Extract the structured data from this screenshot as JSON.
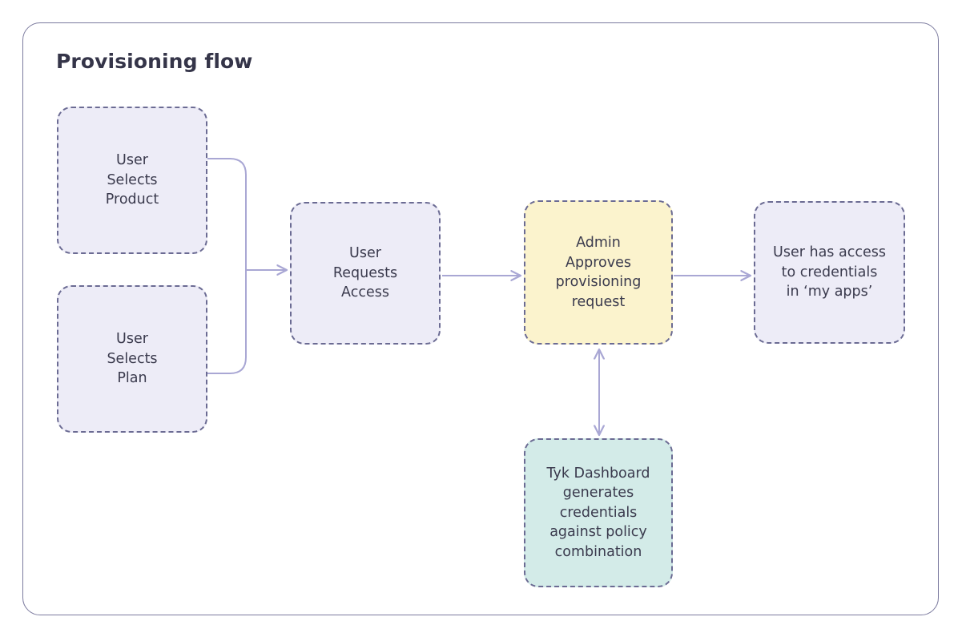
{
  "page": {
    "title": "Provisioning flow",
    "background": "#ffffff",
    "card_border_color": "#7b7a9e",
    "title_color": "#353549"
  },
  "palette": {
    "lavender_fill": "#edecf7",
    "yellow_fill": "#fbf3cd",
    "teal_fill": "#d3ebe8",
    "node_border": "#6b6b93",
    "connector": "#a9a7d4",
    "text": "#3a3a4d"
  },
  "diagram": {
    "type": "flowchart",
    "nodes": [
      {
        "id": "user-selects-product",
        "label": "User\nSelects\nProduct",
        "lines": [
          "User",
          "Selects",
          "Product"
        ],
        "fill": "lavender",
        "border_style": "dashed"
      },
      {
        "id": "user-selects-plan",
        "label": "User\nSelects\nPlan",
        "lines": [
          "User",
          "Selects",
          "Plan"
        ],
        "fill": "lavender",
        "border_style": "dashed"
      },
      {
        "id": "user-requests-access",
        "label": "User\nRequests\nAccess",
        "lines": [
          "User",
          "Requests",
          "Access"
        ],
        "fill": "lavender",
        "border_style": "dashed"
      },
      {
        "id": "admin-approves",
        "label": "Admin\nApproves\nprovisioning\nrequest",
        "lines": [
          "Admin",
          "Approves",
          "provisioning",
          "request"
        ],
        "fill": "yellow",
        "border_style": "dashed"
      },
      {
        "id": "user-has-access",
        "label": "User has access\nto credentials\nin ‘my apps’",
        "lines": [
          "User has access",
          "to credentials",
          "in ‘my apps’"
        ],
        "fill": "lavender",
        "border_style": "dashed"
      },
      {
        "id": "tyk-dashboard",
        "label": "Tyk Dashboard\ngenerates\ncredentials\nagainst policy\ncombination",
        "lines": [
          "Tyk Dashboard",
          "generates",
          "credentials",
          "against policy",
          "combination"
        ],
        "fill": "teal",
        "border_style": "dashed"
      }
    ],
    "edges": [
      {
        "id": "edge-product-to-request",
        "from": "user-selects-product",
        "to": "user-requests-access",
        "style": "elbow",
        "arrow": "single"
      },
      {
        "id": "edge-plan-to-request",
        "from": "user-selects-plan",
        "to": "user-requests-access",
        "style": "elbow",
        "arrow": "single"
      },
      {
        "id": "edge-request-to-admin",
        "from": "user-requests-access",
        "to": "admin-approves",
        "style": "straight",
        "arrow": "single"
      },
      {
        "id": "edge-admin-to-access",
        "from": "admin-approves",
        "to": "user-has-access",
        "style": "straight",
        "arrow": "single"
      },
      {
        "id": "edge-admin-tyk",
        "from": "admin-approves",
        "to": "tyk-dashboard",
        "style": "straight-vertical",
        "arrow": "double"
      }
    ]
  }
}
